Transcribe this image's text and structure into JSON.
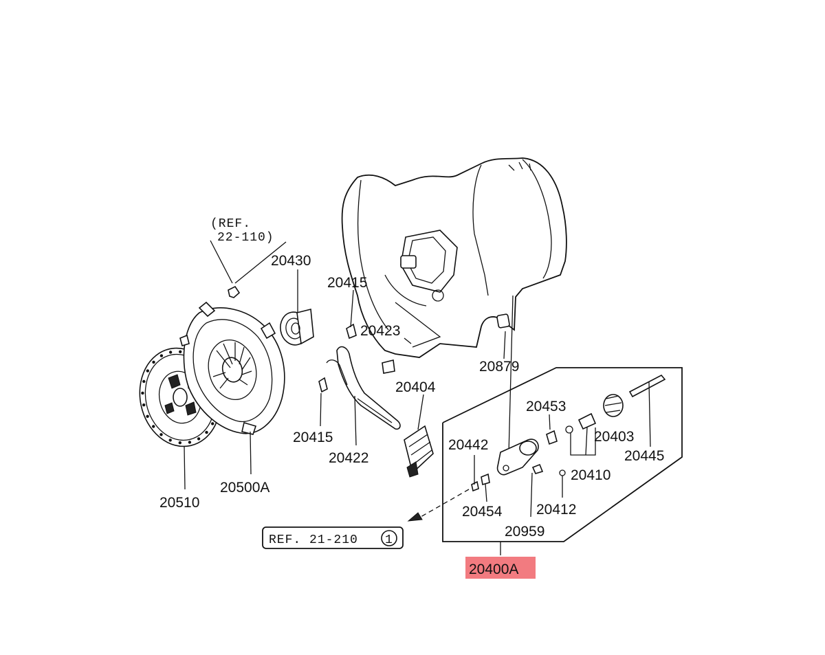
{
  "labels": {
    "ref_22_110_line1": "(REF.",
    "ref_22_110_line2": "22-110)",
    "p20430": "20430",
    "p20415_top": "20415",
    "p20423": "20423",
    "p20879": "20879",
    "p20404": "20404",
    "p20415_bottom": "20415",
    "p20422": "20422",
    "p20510": "20510",
    "p20500A": "20500A",
    "p20453": "20453",
    "p20403": "20403",
    "p20442": "20442",
    "p20445": "20445",
    "p20410": "20410",
    "p20454": "20454",
    "p20412": "20412",
    "p20959": "20959",
    "ref_21_210": "REF. 21-210",
    "ref_21_210_circle": "1",
    "p20400A": "20400A"
  },
  "colors": {
    "highlight": "#f27b80",
    "line": "#111111"
  }
}
